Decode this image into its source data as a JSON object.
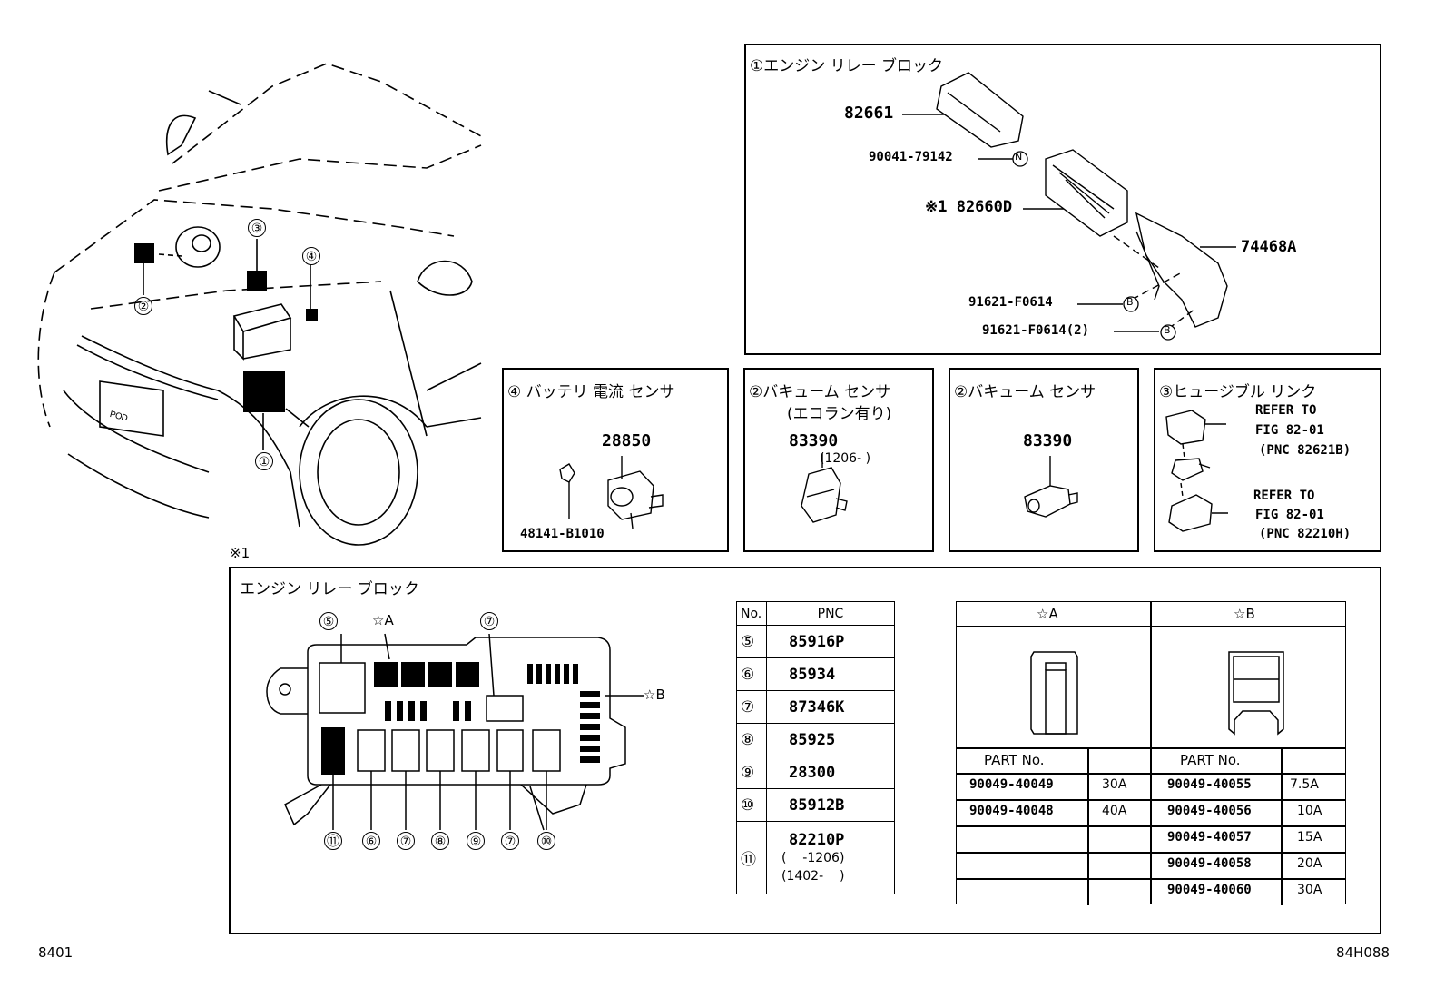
{
  "corner_left": "8401",
  "corner_right": "84H088",
  "car_callouts": [
    "③",
    "④",
    "②",
    "①"
  ],
  "engine_relay_block": {
    "title": "①エンジン リレー ブロック",
    "parts": [
      "82661",
      "90041-79142",
      "※1 82660D",
      "74468A",
      "91621-F0614",
      "91621-F0614(2)"
    ],
    "markers": [
      "N",
      "B",
      "B"
    ]
  },
  "battery_sensor": {
    "title": "④ バッテリ 電流 センサ",
    "parts": [
      "28850",
      "48141-B1010"
    ]
  },
  "vacuum_sensor_eco": {
    "title": "②バキューム センサ",
    "subtitle": "(エコラン有り)",
    "parts": [
      "83390",
      "(1206-    )"
    ]
  },
  "vacuum_sensor": {
    "title": "②バキューム センサ",
    "parts": [
      "83390"
    ]
  },
  "fusible_link": {
    "title": "③ヒュージブル リンク",
    "refs": [
      "REFER TO",
      "FIG 82-01",
      "(PNC 82621B)",
      "REFER TO",
      "FIG 82-01",
      "(PNC 82210H)"
    ]
  },
  "note_mark": "※1",
  "relay_detail": {
    "title": "エンジン リレー ブロック",
    "top_labels": [
      "⑤",
      "☆A",
      "⑦"
    ],
    "side_label": "☆B",
    "bottom_labels": [
      "⑪",
      "⑥",
      "⑦",
      "⑧",
      "⑨",
      "⑦",
      "⑩"
    ]
  },
  "pnc_table": {
    "headers": [
      "No.",
      "PNC"
    ],
    "rows": [
      {
        "no": "⑤",
        "pnc": "85916P"
      },
      {
        "no": "⑥",
        "pnc": "85934"
      },
      {
        "no": "⑦",
        "pnc": "87346K"
      },
      {
        "no": "⑧",
        "pnc": "85925"
      },
      {
        "no": "⑨",
        "pnc": "28300"
      },
      {
        "no": "⑩",
        "pnc": "85912B"
      },
      {
        "no": "⑪",
        "pnc": "82210P",
        "sub1": "(    -1206)",
        "sub2": "(1402-    )"
      }
    ]
  },
  "fuse_table": {
    "headA": "☆A",
    "headB": "☆B",
    "partA": "PART No.",
    "partB": "PART No.",
    "rows": [
      {
        "a": "90049-40049",
        "ar": "30A",
        "b": "90049-40055",
        "br": "7.5A"
      },
      {
        "a": "90049-40048",
        "ar": "40A",
        "b": "90049-40056",
        "br": "10A"
      },
      {
        "a": "",
        "ar": "",
        "b": "90049-40057",
        "br": "15A"
      },
      {
        "a": "",
        "ar": "",
        "b": "90049-40058",
        "br": "20A"
      },
      {
        "a": "",
        "ar": "",
        "b": "90049-40060",
        "br": "30A"
      }
    ]
  }
}
